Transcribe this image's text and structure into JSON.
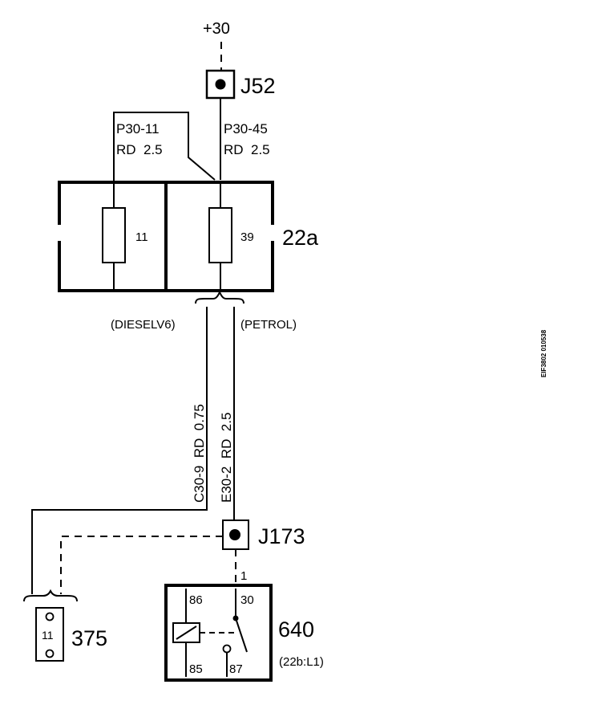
{
  "supply": {
    "label": "+30"
  },
  "junctions": {
    "j52": {
      "label": "J52"
    },
    "j173": {
      "label": "J173"
    }
  },
  "fusebox": {
    "label": "22a",
    "fuse_left": "11",
    "fuse_right": "39"
  },
  "wires": {
    "p30_11": {
      "id": "P30-11",
      "spec": "RD  2.5"
    },
    "p30_45": {
      "id": "P30-45",
      "spec": "RD  2.5"
    },
    "c30_9": {
      "text": "C30-9  RD  0.75"
    },
    "e30_2": {
      "text": "E30-2  RD  2.5"
    }
  },
  "variants": {
    "diesel": "(DIESELV6)",
    "petrol": "(PETROL)"
  },
  "connector_375": {
    "label": "375",
    "pin": "11"
  },
  "relay_640": {
    "label": "640",
    "sublabel": "(22b:L1)",
    "pin_in": "1",
    "pins": {
      "p86": "86",
      "p30": "30",
      "p85": "85",
      "p87": "87"
    }
  },
  "figure_code": "EIF3802 010538"
}
